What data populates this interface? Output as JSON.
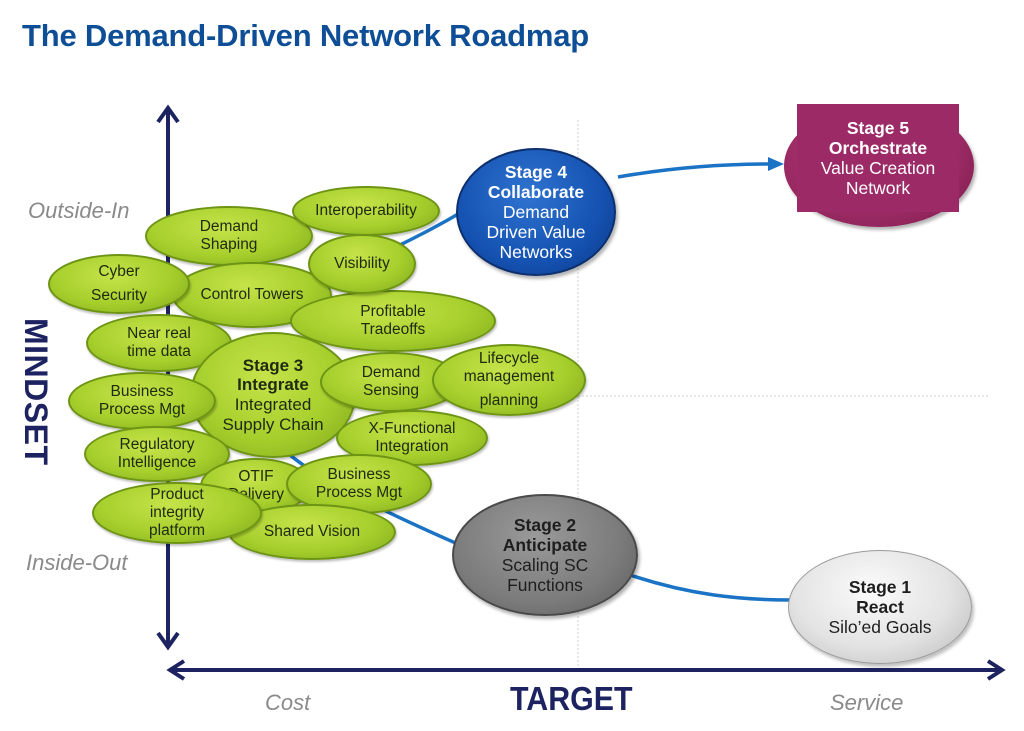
{
  "title": "The Demand-Driven Network Roadmap",
  "axes": {
    "vertical": {
      "label": "MINDSET",
      "top": "Outside-In",
      "bottom": "Inside-Out"
    },
    "horizontal": {
      "label": "TARGET",
      "left": "Cost",
      "right": "Service"
    }
  },
  "colors": {
    "title": "#0d4e96",
    "axis": "#1c2360",
    "connector": "#1a73c4",
    "green_bubble": "#a6cf2c",
    "stage4": "#1552b2",
    "stage5": "#9c2a67",
    "stage2": "#7b7b7b",
    "stage1": "#e3e3e3"
  },
  "stages": [
    {
      "id": "stage1",
      "number": "Stage 1",
      "name": "React",
      "description": [
        "Silo’ed Goals"
      ]
    },
    {
      "id": "stage2",
      "number": "Stage 2",
      "name": "Anticipate",
      "description": [
        "Scaling SC",
        "Functions"
      ]
    },
    {
      "id": "stage3",
      "number": "Stage 3",
      "name": "Integrate",
      "description": [
        "Integrated",
        "Supply Chain"
      ]
    },
    {
      "id": "stage4",
      "number": "Stage 4",
      "name": "Collaborate",
      "description": [
        "Demand",
        "Driven Value",
        "Networks"
      ]
    },
    {
      "id": "stage5",
      "number": "Stage 5",
      "name": "Orchestrate",
      "description": [
        "Value Creation",
        "Network"
      ]
    }
  ],
  "capabilities": [
    [
      "Interoperability"
    ],
    [
      "Demand",
      "Shaping"
    ],
    [
      "Visibility"
    ],
    [
      "Cyber",
      "Security"
    ],
    [
      "Control Towers"
    ],
    [
      "Profitable",
      "Tradeoffs"
    ],
    [
      "Near real",
      "time data"
    ],
    [
      "Demand",
      "Sensing"
    ],
    [
      "Lifecycle",
      "management",
      "planning"
    ],
    [
      "Business",
      "Process Mgt"
    ],
    [
      "X-Functional",
      "Integration"
    ],
    [
      "Regulatory",
      "Intelligence"
    ],
    [
      "OTIF",
      "Delivery"
    ],
    [
      "Business",
      "Process Mgt"
    ],
    [
      "Product",
      "integrity",
      "platform"
    ],
    [
      "Shared Vision"
    ]
  ]
}
